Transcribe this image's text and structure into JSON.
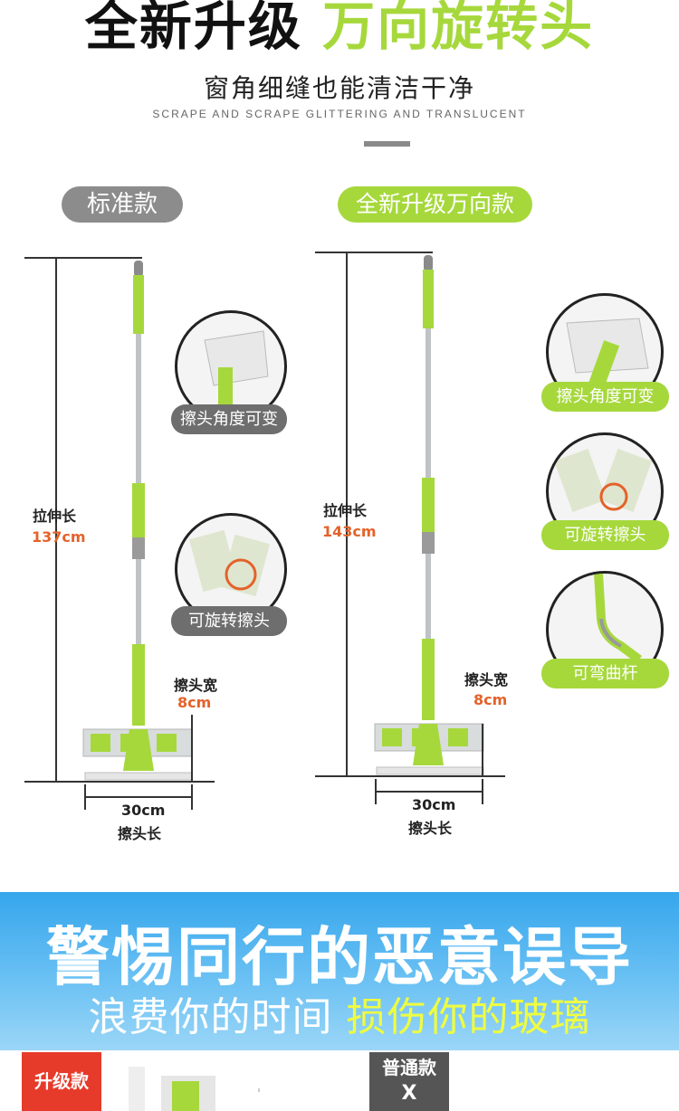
{
  "header": {
    "title_black": "全新升级",
    "title_green": "万向旋转头",
    "subtitle": "窗角细缝也能清洁干净",
    "subtitle_en": "SCRAPE AND SCRAPE GLITTERING AND TRANSLUCENT"
  },
  "standard": {
    "label": "标准款",
    "length_label": "拉伸长",
    "length_value": "137cm",
    "head_width_label": "擦头宽",
    "head_width_value": "8cm",
    "head_length_value": "30cm",
    "head_length_label": "擦头长",
    "features": [
      "擦头角度可变",
      "可旋转擦头"
    ]
  },
  "upgrade": {
    "label": "全新升级万向款",
    "length_label": "拉伸长",
    "length_value": "143cm",
    "head_width_label": "擦头宽",
    "head_width_value": "8cm",
    "head_length_value": "30cm",
    "head_length_label": "擦头长",
    "features": [
      "擦头角度可变",
      "可旋转擦头",
      "可弯曲杆"
    ]
  },
  "banner": {
    "title": "警惕同行的恶意误导",
    "sub_white": "浪费你的时间",
    "sub_yellow": "损伤你的玻璃"
  },
  "compare": {
    "upgrade_badge": "升级款",
    "normal_badge": "普通款",
    "normal_mark": "X"
  },
  "colors": {
    "accent_green": "#a6d83c",
    "grey": "#8c8c8c",
    "orange": "#e4622a",
    "banner_blue": "#36a6ec",
    "badge_red": "#e63a2a"
  }
}
